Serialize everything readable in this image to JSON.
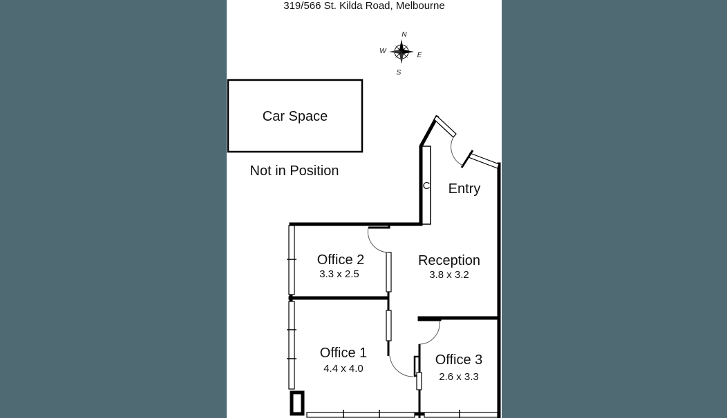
{
  "title": "319/566 St. Kilda Road, Melbourne",
  "compass": {
    "icon": "compass-rose-icon",
    "n": "N",
    "s": "S",
    "e": "E",
    "w": "W"
  },
  "car_space": {
    "label": "Car Space",
    "note": "Not in Position"
  },
  "rooms": {
    "closet": {
      "label": "C"
    },
    "entry": {
      "label": "Entry"
    },
    "office2": {
      "label": "Office 2",
      "size": "3.3 x 2.5"
    },
    "reception": {
      "label": "Reception",
      "size": "3.8 x 3.2"
    },
    "office1": {
      "label": "Office 1",
      "size": "4.4 x 4.0"
    },
    "office3": {
      "label": "Office 3",
      "size": "2.6 x 3.3"
    }
  },
  "colors": {
    "background": "#4f6a72",
    "paper": "#ffffff",
    "ink": "#000000"
  }
}
